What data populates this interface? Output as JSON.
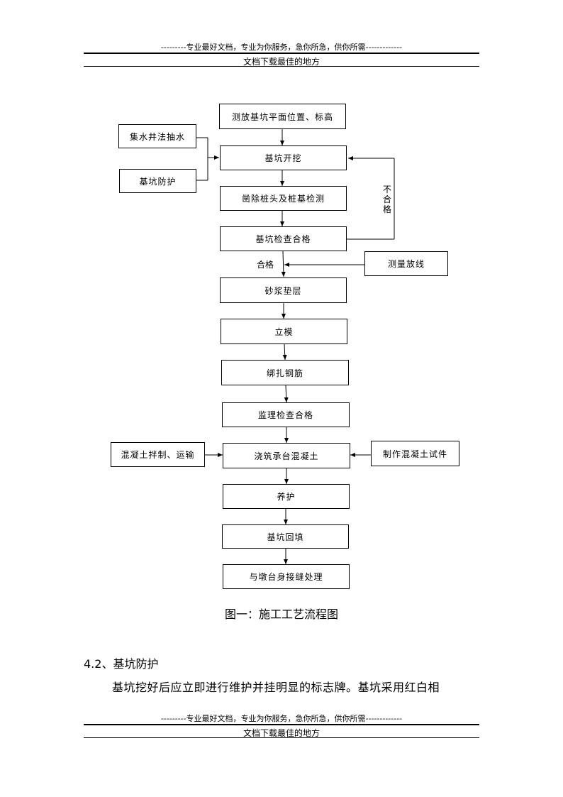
{
  "header": {
    "slogan": "---------专业最好文档，专业为你服务，急你所急，供你所需-------------",
    "subtitle": "文档下载最佳的地方"
  },
  "footer": {
    "slogan": "---------专业最好文档，专业为你服务，急你所急，供你所需-------------",
    "subtitle": "文档下载最佳的地方"
  },
  "flowchart": {
    "steps": [
      "测放基坑平面位置、标高",
      "基坑开挖",
      "凿除桩头及桩基检测",
      "基坑检查合格",
      "砂浆垫层",
      "立模",
      "绑扎钢筋",
      "监理检查合格",
      "浇筑承台混凝土",
      "养护",
      "基坑回填",
      "与墩台身接缝处理"
    ],
    "side_left": [
      "集水井法抽水",
      "基坑防护",
      "混凝土拌制、运输"
    ],
    "side_right": [
      "测量放线",
      "制作混凝土试件"
    ],
    "fail_label": "不合格",
    "pass_label": "合格"
  },
  "caption": "图一：施工工艺流程图",
  "section_heading": "4.2、基坑防护",
  "paragraph": "基坑挖好后应立即进行维护并挂明显的标志牌。基坑采用红白相"
}
